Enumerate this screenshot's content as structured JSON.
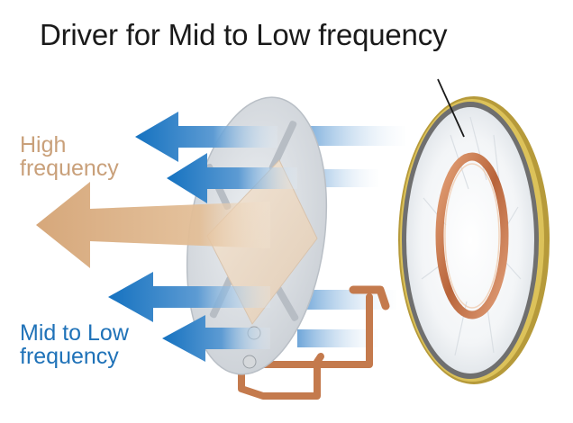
{
  "title": "Driver for Mid to Low frequency",
  "high_label": [
    "High",
    "frequency"
  ],
  "mid_label": [
    "Mid to Low",
    "frequency"
  ],
  "colors": {
    "blue_arrow": "#1572c0",
    "tan_arrow": "#d7a878",
    "high_text": "#c9a07a",
    "mid_text": "#1f72b8",
    "copper": "#c47a4d",
    "rim_gold": "#c9a43a",
    "plate": "#d9dde2",
    "diaphragm": "#ecdccb"
  }
}
